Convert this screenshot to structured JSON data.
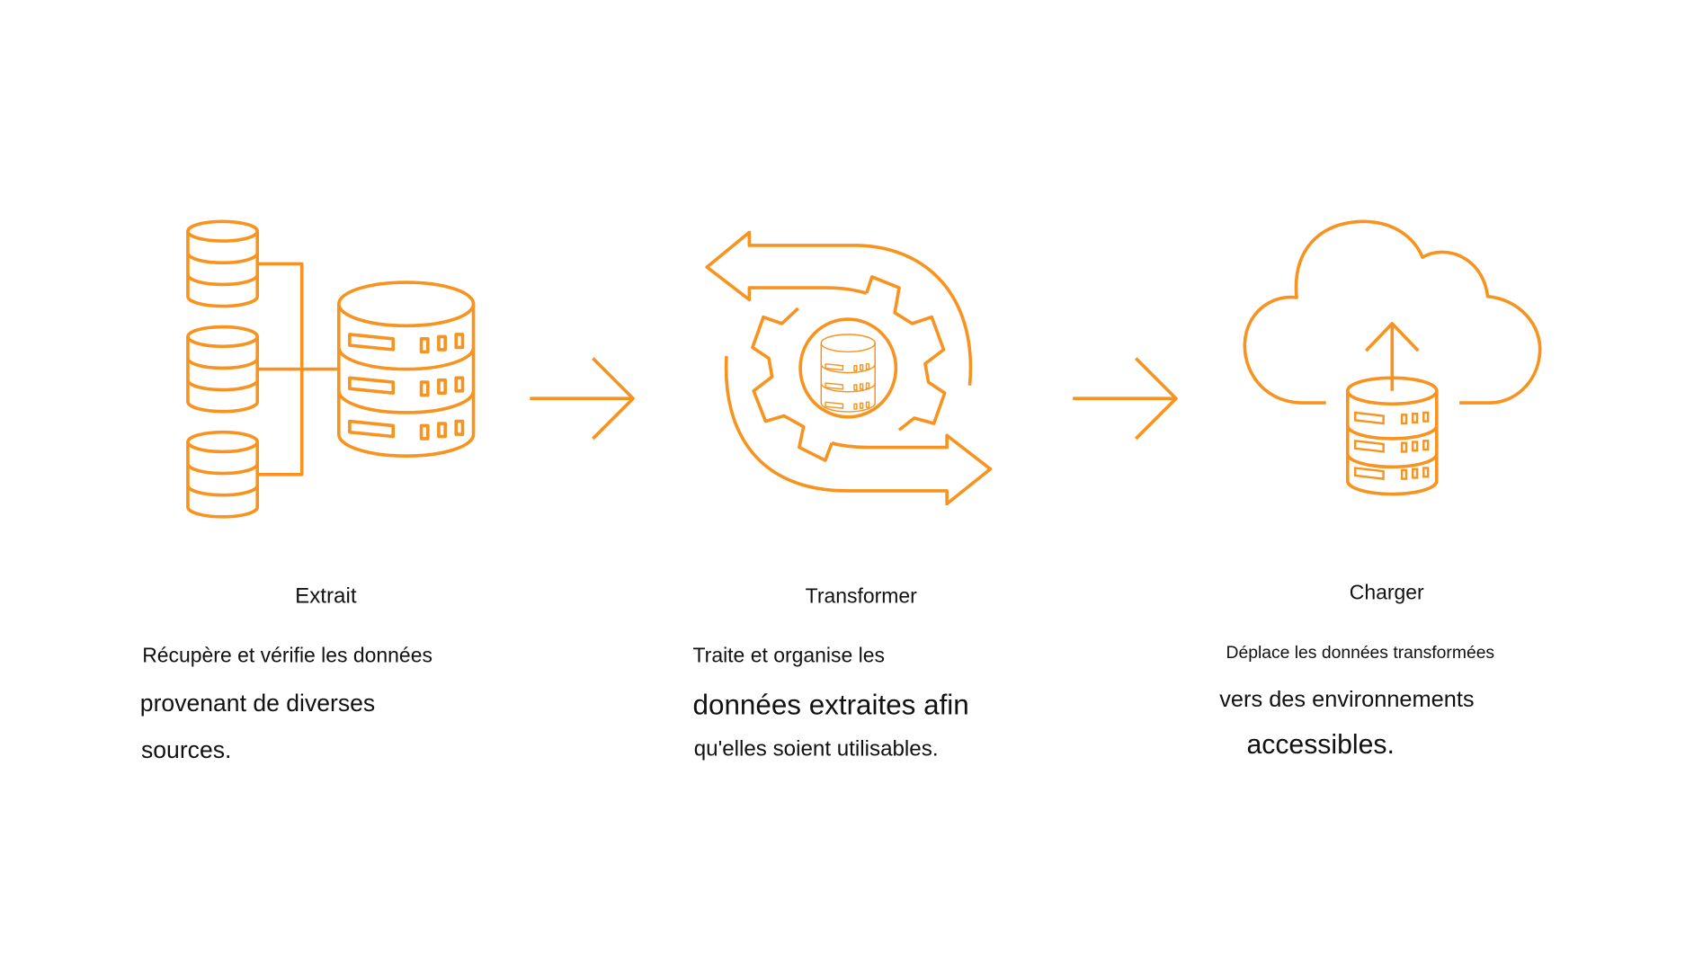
{
  "colors": {
    "accent": "#f7931e",
    "text": "#111111"
  },
  "steps": [
    {
      "icon": "database-merge-icon",
      "title": "Extrait",
      "lines": [
        "Récupère et vérifie les données",
        "provenant de diverses",
        "sources."
      ]
    },
    {
      "icon": "gear-cycle-database-icon",
      "title": "Transformer",
      "lines": [
        "Traite et organise les",
        "données extraites afin",
        "qu'elles soient utilisables."
      ]
    },
    {
      "icon": "cloud-upload-database-icon",
      "title": "Charger",
      "lines": [
        "Déplace les données transformées",
        "vers des environnements",
        "accessibles."
      ]
    }
  ]
}
